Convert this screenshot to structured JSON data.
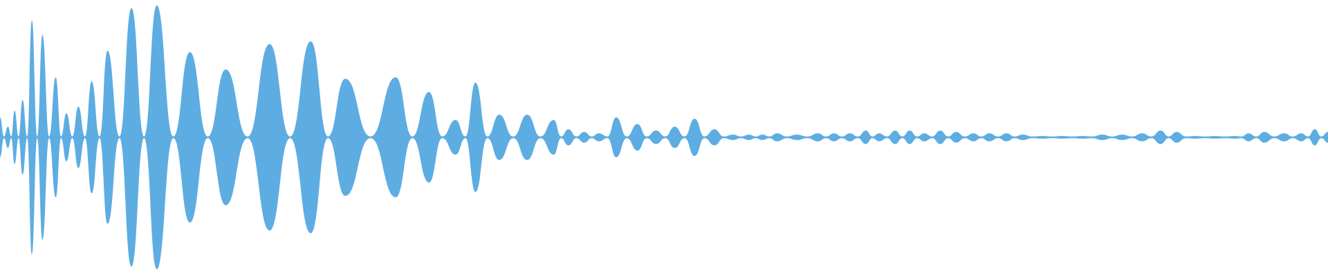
{
  "colors": {
    "background": "#ffffff",
    "waveform": "#5dade2"
  },
  "waveform": {
    "kind": "audio-amplitude",
    "lobes": [
      [
        0.0,
        0.15
      ],
      [
        0.006,
        0.08
      ],
      [
        0.011,
        0.2
      ],
      [
        0.017,
        0.28
      ],
      [
        0.024,
        0.88
      ],
      [
        0.032,
        0.77
      ],
      [
        0.042,
        0.45
      ],
      [
        0.05,
        0.18
      ],
      [
        0.059,
        0.23
      ],
      [
        0.069,
        0.42
      ],
      [
        0.081,
        0.65
      ],
      [
        0.099,
        0.97
      ],
      [
        0.118,
        0.99
      ],
      [
        0.143,
        0.64
      ],
      [
        0.17,
        0.51
      ],
      [
        0.203,
        0.7
      ],
      [
        0.234,
        0.72
      ],
      [
        0.26,
        0.44
      ],
      [
        0.298,
        0.45
      ],
      [
        0.323,
        0.34
      ],
      [
        0.343,
        0.13
      ],
      [
        0.358,
        0.41
      ],
      [
        0.376,
        0.17
      ],
      [
        0.397,
        0.17
      ],
      [
        0.417,
        0.13
      ],
      [
        0.428,
        0.06
      ],
      [
        0.44,
        0.04
      ],
      [
        0.451,
        0.03
      ],
      [
        0.464,
        0.15
      ],
      [
        0.48,
        0.1
      ],
      [
        0.494,
        0.05
      ],
      [
        0.508,
        0.08
      ],
      [
        0.523,
        0.14
      ],
      [
        0.538,
        0.06
      ],
      [
        0.552,
        0.02
      ],
      [
        0.564,
        0.02
      ],
      [
        0.574,
        0.02
      ],
      [
        0.585,
        0.03
      ],
      [
        0.6,
        0.02
      ],
      [
        0.616,
        0.03
      ],
      [
        0.628,
        0.03
      ],
      [
        0.64,
        0.03
      ],
      [
        0.652,
        0.05
      ],
      [
        0.662,
        0.03
      ],
      [
        0.674,
        0.05
      ],
      [
        0.685,
        0.05
      ],
      [
        0.696,
        0.03
      ],
      [
        0.708,
        0.05
      ],
      [
        0.72,
        0.04
      ],
      [
        0.733,
        0.03
      ],
      [
        0.745,
        0.03
      ],
      [
        0.758,
        0.03
      ],
      [
        0.77,
        0.02
      ],
      [
        0.785,
        0.01
      ],
      [
        0.8,
        0.01
      ],
      [
        0.815,
        0.01
      ],
      [
        0.83,
        0.02
      ],
      [
        0.845,
        0.02
      ],
      [
        0.86,
        0.03
      ],
      [
        0.874,
        0.05
      ],
      [
        0.886,
        0.04
      ],
      [
        0.9,
        0.01
      ],
      [
        0.915,
        0.01
      ],
      [
        0.93,
        0.01
      ],
      [
        0.94,
        0.03
      ],
      [
        0.952,
        0.04
      ],
      [
        0.967,
        0.03
      ],
      [
        0.98,
        0.03
      ],
      [
        0.99,
        0.06
      ],
      [
        1.0,
        0.04
      ]
    ]
  }
}
